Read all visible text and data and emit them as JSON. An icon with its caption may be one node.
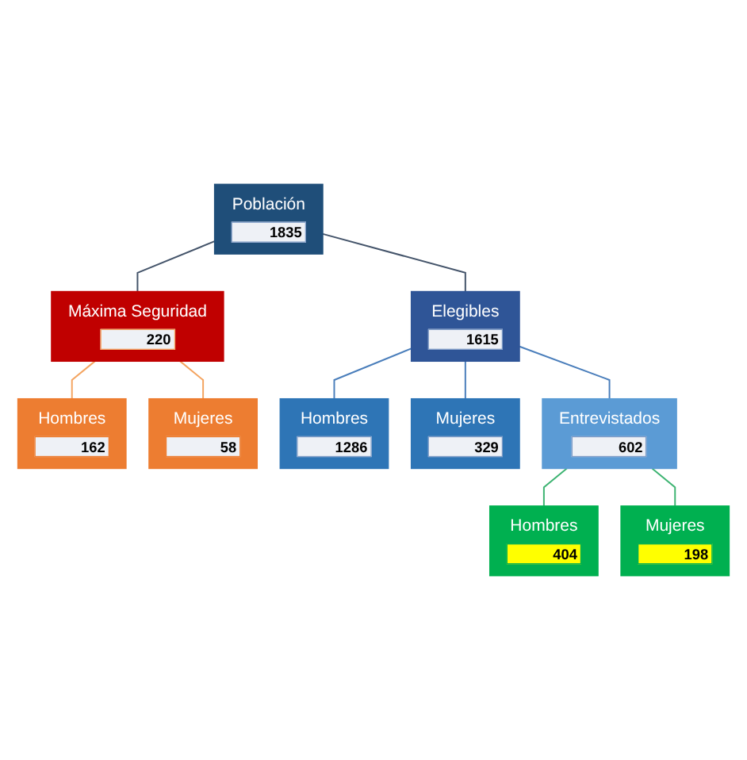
{
  "diagram": {
    "nodes": [
      {
        "text": [
          "Población",
          "1835"
        ]
      },
      {
        "text": [
          "Máxima Seguridad",
          "220"
        ]
      },
      {
        "text": [
          "Hombres",
          "162"
        ]
      },
      {
        "text": [
          "Mujeres",
          "58"
        ]
      },
      {
        "text": [
          "Elegibles",
          "1615"
        ]
      },
      {
        "text": [
          "Hombres",
          "1286"
        ]
      },
      {
        "text": [
          "Mujeres",
          "329"
        ]
      },
      {
        "text": [
          "Entrevistados",
          "602"
        ]
      },
      {
        "text": [
          "Hombres",
          "404"
        ]
      },
      {
        "text": [
          "Mujeres",
          "198"
        ]
      }
    ],
    "edges": [
      {
        "from": 0,
        "to": 1,
        "arrow": "none",
        "color": "#44546a"
      },
      {
        "from": 0,
        "to": 4,
        "arrow": "none",
        "color": "#44546a"
      },
      {
        "from": 1,
        "to": 2,
        "arrow": "none",
        "color": "#f4a460"
      },
      {
        "from": 1,
        "to": 3,
        "arrow": "none",
        "color": "#f4a460"
      },
      {
        "from": 4,
        "to": 5,
        "arrow": "none"
      },
      {
        "from": 4,
        "to": 6,
        "arrow": "none"
      },
      {
        "from": 4,
        "to": 7,
        "arrow": "none"
      },
      {
        "from": 7,
        "to": 8,
        "arrow": "none",
        "color": "#3cb371"
      },
      {
        "from": 7,
        "to": 9,
        "arrow": "none",
        "color": "#3cb371"
      }
    ]
  }
}
